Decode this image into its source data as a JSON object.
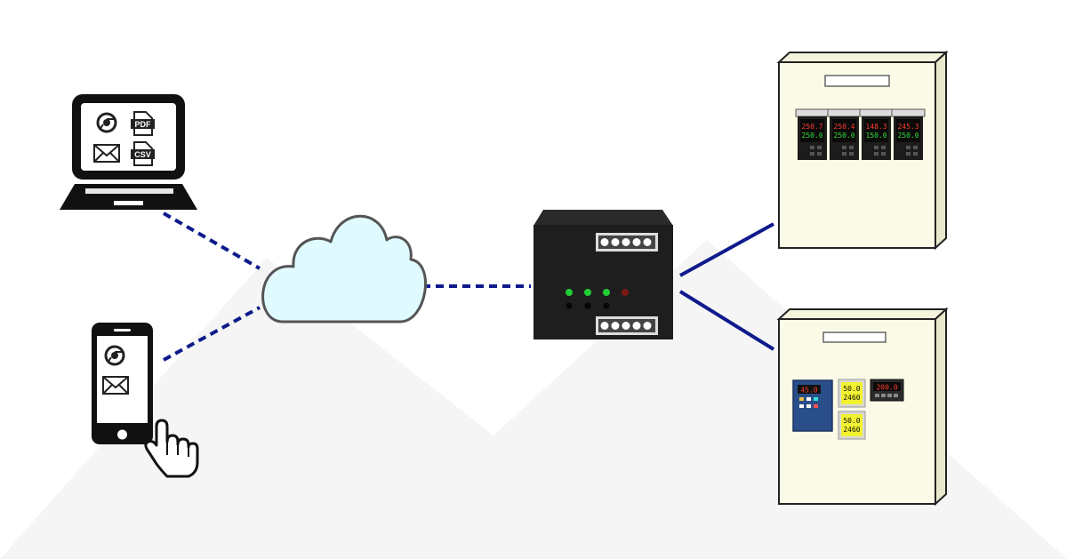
{
  "laptop": {
    "icons": [
      "browser-icon",
      "pdf-file-icon",
      "mail-icon",
      "csv-file-icon"
    ],
    "pdf_label": "PDF",
    "csv_label": "CSV"
  },
  "phone": {
    "icons": [
      "browser-icon",
      "mail-icon",
      "hand-pointer-icon"
    ]
  },
  "cloud": {
    "icon": "cloud-icon"
  },
  "gateway": {
    "icon": "gateway-device-icon",
    "led_colors": [
      "#22cc33",
      "#22cc33",
      "#22cc33",
      "#7a1a14"
    ]
  },
  "panel_top": {
    "controllers": [
      {
        "pv": "250.7",
        "sv": "250.0"
      },
      {
        "pv": "250.4",
        "sv": "250.0"
      },
      {
        "pv": "148.3",
        "sv": "150.0"
      },
      {
        "pv": "245.3",
        "sv": "250.0"
      }
    ]
  },
  "panel_bottom": {
    "blue_controller": {
      "value": "45.0"
    },
    "yellow_meters": [
      {
        "line1": "50.0",
        "line2": "2460"
      },
      {
        "line1": "50.0",
        "line2": "2460"
      }
    ],
    "black_meter": {
      "value": "200.0"
    }
  },
  "colors": {
    "link_line": "#0e1a8c",
    "cloud_fill": "#e0fbff",
    "panel_fill": "#fafae6",
    "device_dark": "#1e1e1e",
    "background_shape": "#f5f5f5"
  }
}
